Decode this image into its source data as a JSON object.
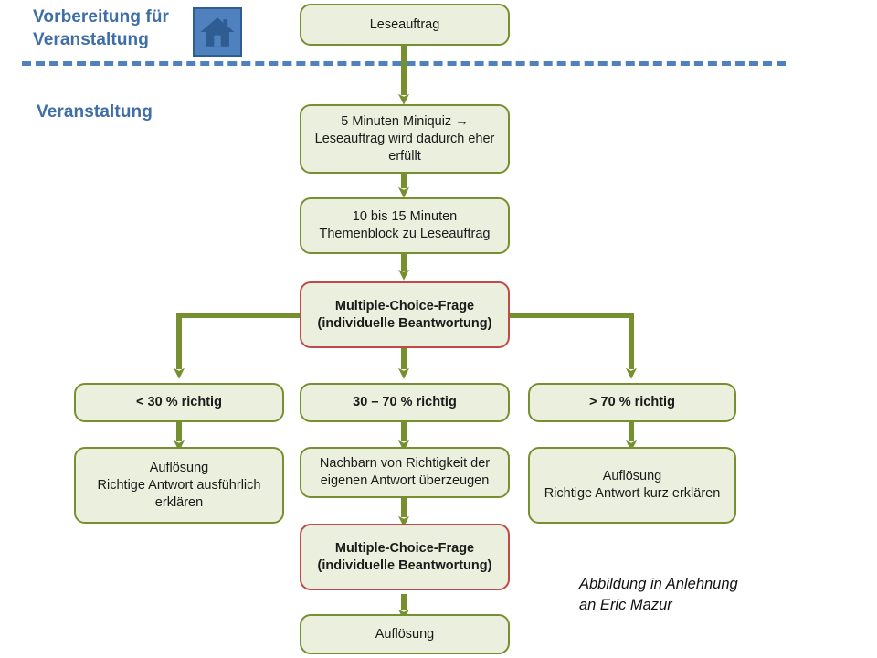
{
  "meta": {
    "colors": {
      "node_fill": "#EAEFDE",
      "node_border_green": "#77902F",
      "node_border_red": "#BE4B48",
      "arrow_green": "#77902F",
      "accent_blue": "#4E81BE",
      "label_blue": "#3E6DA8",
      "text": "#1a1a1a"
    }
  },
  "sections": {
    "preparation_label": "Vorbereitung für\nVeranstaltung",
    "event_label": "Veranstaltung",
    "icon_name": "house-icon"
  },
  "nodes": {
    "leseauftrag": {
      "label": "Leseauftrag"
    },
    "miniquiz": {
      "label": "5 Minuten Miniquiz →\nLeseauftrag wird dadurch eher\nerfüllt"
    },
    "themenblock": {
      "label": "10 bis 15 Minuten\nThemenblock  zu Leseauftrag"
    },
    "mc_question_top": {
      "label": "Multiple-Choice-Frage\n(individuelle Beantwortung)"
    },
    "branch_low": {
      "label": "< 30 % richtig"
    },
    "branch_mid": {
      "label": "30 – 70 % richtig"
    },
    "branch_high": {
      "label": "> 70 % richtig"
    },
    "result_low": {
      "label": "Auflösung\nRichtige Antwort  ausführlich\nerklären"
    },
    "result_mid": {
      "label": "Nachbarn von Richtigkeit der\neigenen Antwort  überzeugen"
    },
    "result_high": {
      "label": "Auflösung\nRichtige Antwort  kurz erklären"
    },
    "mc_question_bottom": {
      "label": "Multiple-Choice-Frage\n(individuelle Beantwortung)"
    },
    "aufloesung_final": {
      "label": "Auflösung"
    }
  },
  "caption": {
    "text": "Abbildung in Anlehnung\nan Eric Mazur"
  }
}
